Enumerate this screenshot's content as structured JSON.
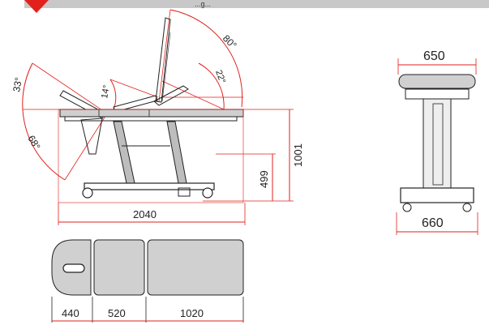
{
  "header": {
    "text": "...g...",
    "bar_color": "#c8c8c8",
    "marker_color": "#e2211c"
  },
  "angles": {
    "backrest": "80°",
    "headrest_top": "33°",
    "headrest_bottom": "68°",
    "seat": "14°",
    "leg_section": "22°"
  },
  "dimensions": {
    "overall_length": "2040",
    "max_height": "1001",
    "min_height": "499",
    "top_width": "650",
    "base_width": "660",
    "section_head": "440",
    "section_middle": "520",
    "section_foot": "1020"
  },
  "colors": {
    "dimension_line": "#e2211c",
    "drawing_line": "#222222",
    "fill": "#d0d0d0"
  }
}
